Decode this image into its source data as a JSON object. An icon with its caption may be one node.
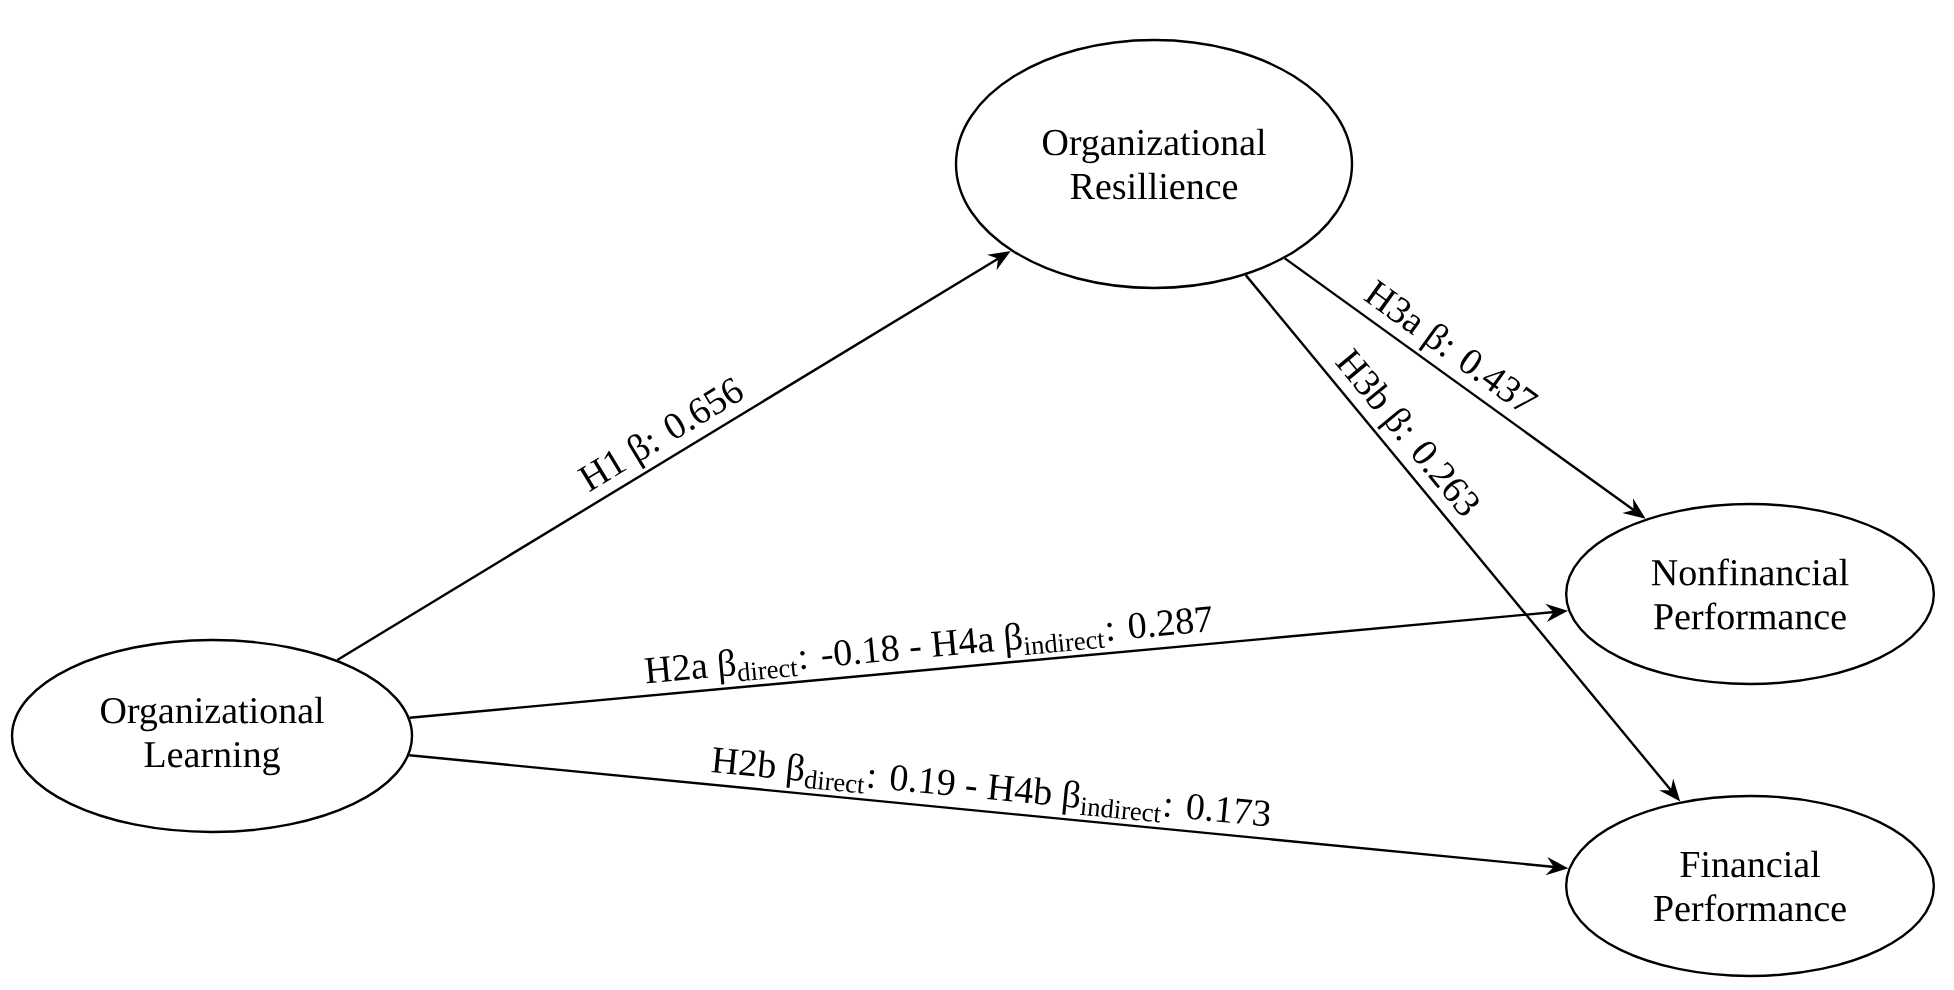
{
  "diagram": {
    "nodes": [
      {
        "text": [
          "Organizational Learning"
        ]
      },
      {
        "text": [
          "Organizational Resillience"
        ]
      },
      {
        "text": [
          "Nonfinancial Performance"
        ]
      },
      {
        "text": [
          "Financial Performance"
        ]
      }
    ],
    "edges": [
      {
        "from": 0,
        "to": 1,
        "arrow": "to",
        "label": "H1  β: 0.656"
      },
      {
        "from": 0,
        "to": 2,
        "arrow": "to",
        "label": "H2a β$_{direct}$: -0.18 - H4a β$_{indirect}$: 0.287"
      },
      {
        "from": 0,
        "to": 3,
        "arrow": "to",
        "label": "H2b β$_{direct}$: 0.19 - H4b β$_{indirect}$: 0.173"
      },
      {
        "from": 1,
        "to": 2,
        "arrow": "to",
        "label": "H3a β: 0.437"
      },
      {
        "from": 1,
        "to": 3,
        "arrow": "to",
        "label": "H3b β: 0.263"
      }
    ]
  }
}
